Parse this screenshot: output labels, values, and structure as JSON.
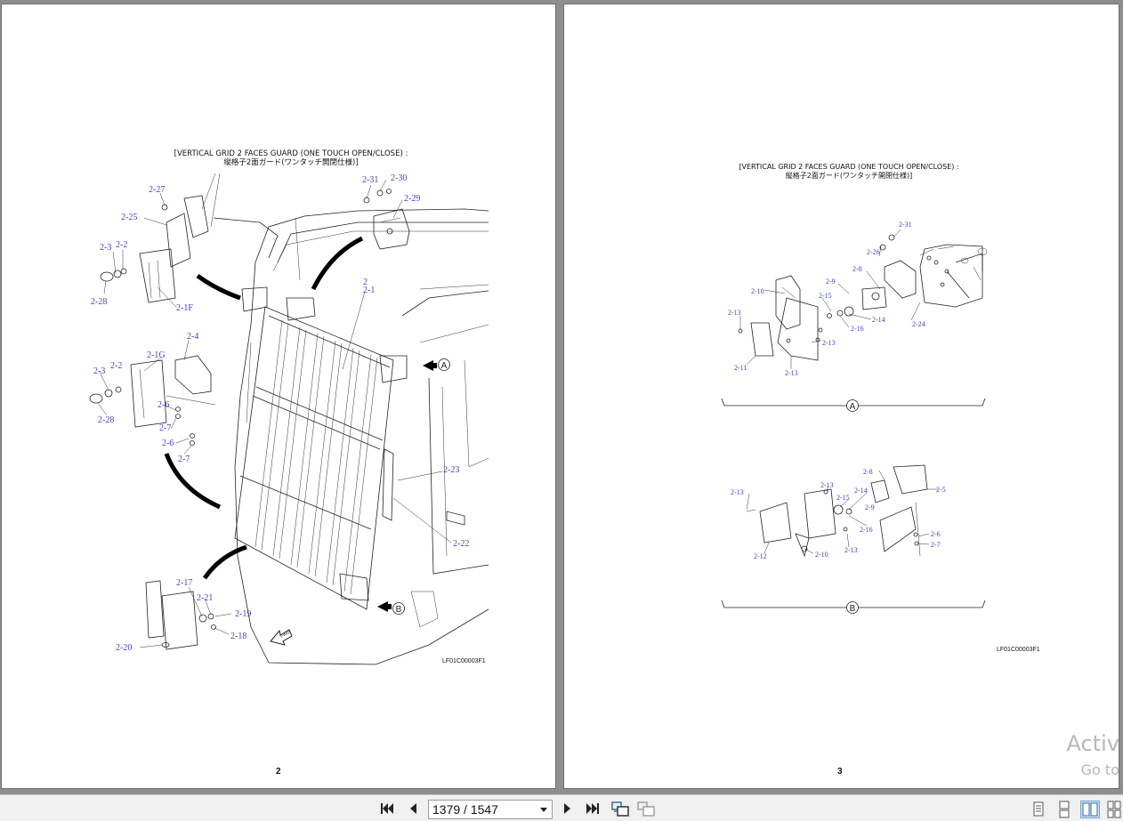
{
  "document": {
    "left_page": {
      "title_line1": "[VERTICAL GRID 2 FACES GUARD (ONE TOUCH OPEN/CLOSE) :",
      "title_line2": "縦格子2面ガード(ワンタッチ開閉仕様)]",
      "figure_code": "LF01C00003F1",
      "page_number": "2",
      "callouts": [
        "2-27",
        "2-25",
        "2-3",
        "2-2",
        "2-28",
        "2-1F",
        "2-31",
        "2-30",
        "2-29",
        "2",
        "2-1",
        "2-1G",
        "2-4",
        "2-3",
        "2-2",
        "2-28",
        "2-6",
        "2-7",
        "2-6",
        "2-7",
        "2-23",
        "2-22",
        "2-17",
        "2-21",
        "2-19",
        "2-18",
        "2-20"
      ],
      "view_marker_a": "A",
      "view_marker_b": "B",
      "fwd_label": "FWD"
    },
    "right_page": {
      "title_line1": "[VERTICAL GRID 2 FACES GUARD (ONE TOUCH OPEN/CLOSE) :",
      "title_line2": "縦格子2面ガード(ワンタッチ開閉仕様)]",
      "figure_code": "LF01C00003F1",
      "page_number": "3",
      "callouts_a": [
        "2-31",
        "2-26",
        "2-8",
        "2-9",
        "2-10",
        "2-15",
        "2-14",
        "2-16",
        "2-13",
        "2-13",
        "2-11",
        "2-13",
        "2-24"
      ],
      "callouts_b": [
        "2-13",
        "2-8",
        "2-5",
        "2-14",
        "2-15",
        "2-9",
        "2-16",
        "2-13",
        "2-12",
        "2-10",
        "2-13",
        "2-6",
        "2-7"
      ],
      "section_a": "A",
      "section_b": "B"
    }
  },
  "watermark": {
    "line1": "Activ",
    "line2": "Go to"
  },
  "toolbar": {
    "page_indicator": "1379 / 1547",
    "first_icon": "first-page-icon",
    "prev_icon": "previous-page-icon",
    "next_icon": "next-page-icon",
    "last_icon": "last-page-icon"
  },
  "colors": {
    "callout": "#3c46c8",
    "background": "#8e8e8e",
    "toolbar": "#f0f0f0"
  }
}
